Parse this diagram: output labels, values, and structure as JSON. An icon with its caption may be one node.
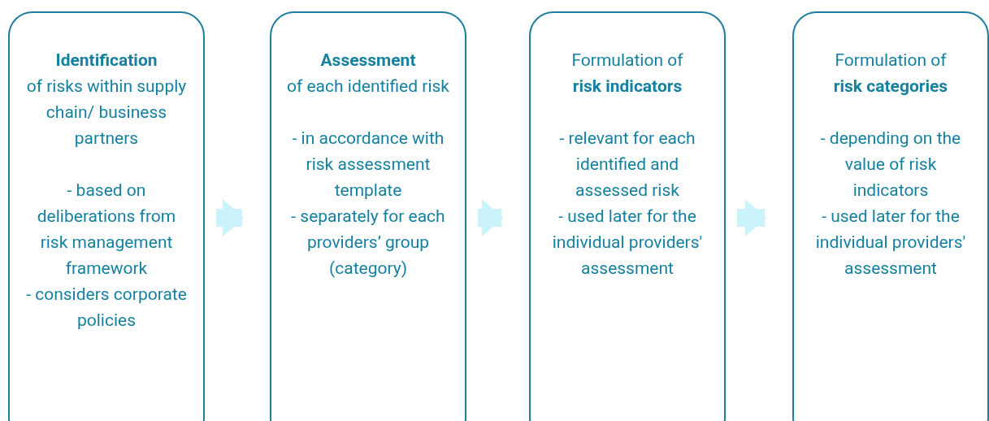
{
  "diagram": {
    "nodes": [
      {
        "text": [
          "**Identification** of risks within supply chain/ business partners",
          "- based on deliberations from risk management framework",
          "- considers corporate policies"
        ]
      },
      {
        "text": [
          "**Assessment** of each identified risk",
          "- in accordance with risk assessment template",
          "- separately for each providers’ group (category)"
        ]
      },
      {
        "text": [
          "Formulation of **risk indicators**",
          "- relevant for each identified and assessed risk",
          "- used later for the individual providers' assessment"
        ]
      },
      {
        "text": [
          "Formulation of **risk categories**",
          "- depending on the value of risk indicators",
          "- used later for the individual providers' assessment"
        ]
      }
    ],
    "edges": [
      {
        "from": 0,
        "to": 1,
        "arrow": "to"
      },
      {
        "from": 1,
        "to": 2,
        "arrow": "to"
      },
      {
        "from": 2,
        "to": 3,
        "arrow": "to"
      }
    ]
  }
}
